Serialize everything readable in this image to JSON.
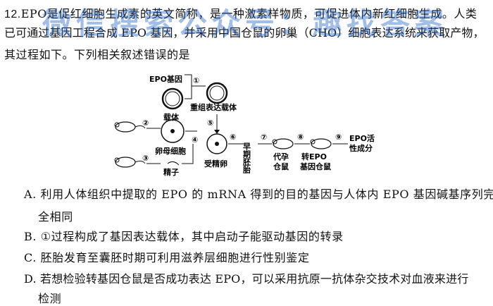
{
  "question": {
    "number": "12.",
    "stem_line1": "EPO是促红细胞生成素的英文简称，是一种激素样物质，可促进体内新红细胞生成。人类",
    "stem_line2": "已可通过基因工程合成 EPO 基因，并采用中国仓鼠的卵巢（CHO）细胞表达系统来获取产物，",
    "stem_line3": "其过程如下。下列相关叙述错误的是"
  },
  "diagram": {
    "epo_gene": "EPO基因",
    "step1": "①",
    "vector": "载体",
    "recombinant_vector": "重组表达载体",
    "step2": "②",
    "step3": "③",
    "step4": "④",
    "step5": "⑤",
    "step6": "⑥",
    "step7": "⑦",
    "step8": "⑧",
    "step9": "⑨",
    "oocyte": "卵母细胞",
    "sperm": "精子",
    "fertilized_egg": "受精卵",
    "early_embryo": "早期胚胎",
    "surrogate": "代孕仓鼠",
    "transgenic": "转EPO基因仓鼠",
    "product": "EPO活性成分"
  },
  "options": {
    "a_line1": "A. 利用人体组织中提取的 EPO 的 mRNA 得到的目的基因与人体内 EPO 基因碱基序列完",
    "a_line2": "全相同",
    "b": "B. ①过程构成了基因表达载体，其中启动子能驱动基因的转录",
    "c": "C. 胚胎发育至囊胚时期可利用滋养层细胞进行性别鉴定",
    "d_line1": "D. 若想检验转基因仓鼠是否成功表达 EPO，可以采用抗原一抗体杂交技术对血液来进行",
    "d_line2": "检测"
  },
  "watermark": "微信搜索公众号：趣找答案",
  "colors": {
    "watermark": "#1e64c8",
    "text": "#111111"
  }
}
